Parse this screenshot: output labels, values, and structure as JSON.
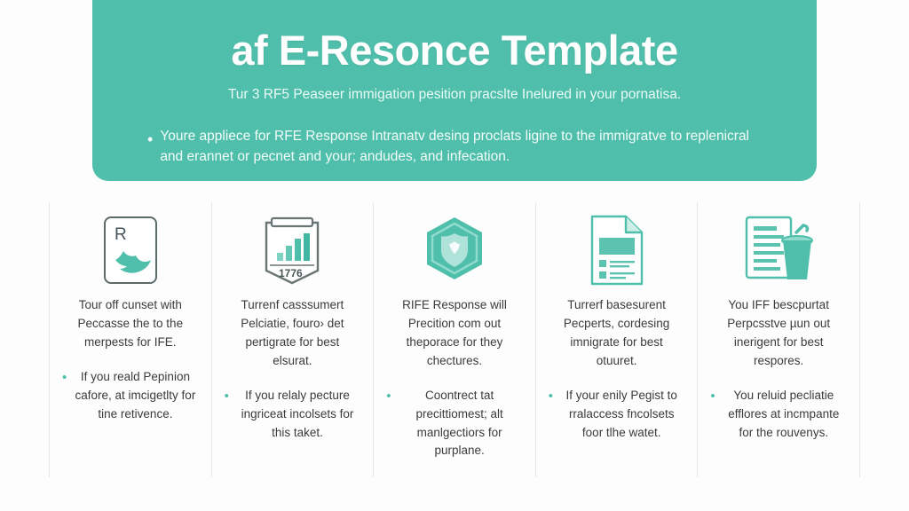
{
  "hero": {
    "title": "af E-Resonce Template",
    "subtitle": "Tur 3 RF5 Peaseer immigation pesition pracslte Inelured in your pornatisa.",
    "bullet_marker": "•",
    "bullet_text": "Youre appliece for RFE Response Intranatv desing proclats ligine to the immigratve to replenicral and erannet or pecnet and your; andudes, and infecation.",
    "background_color": "#4fbfab",
    "title_color": "#ffffff"
  },
  "columns": [
    {
      "icon": "card-bird-icon",
      "icon_letter": "R",
      "paragraph": "Tour off cunset with Peccasse the to the merpests for IFE.",
      "bullet_marker": "•",
      "bullet_text": "If you reald Pepinion cafore, at imcigetlty for tine retivence."
    },
    {
      "icon": "banner-bar-chart-icon",
      "icon_label": "1776",
      "paragraph": "Turrenf casssumert Pelciatie, fouro› det pertigrate for best elsurat.",
      "bullet_marker": "•",
      "bullet_text": "If you relaly pecture ingriceat incolsets for this taket."
    },
    {
      "icon": "hexagon-shield-icon",
      "paragraph": "RIFE Response will Precition com out theporace for they chectures.",
      "bullet_marker": "•",
      "bullet_text": "Coontrect tat precittiomest; alt manlgectiors for purplane."
    },
    {
      "icon": "document-list-icon",
      "paragraph": "Turrerf basesurent Pecperts, cordesing imnigrate for best otuuret.",
      "bullet_marker": "•",
      "bullet_text": "If your enily Pegist to rralaccess fncolsets foor tlhe watet."
    },
    {
      "icon": "document-drink-icon",
      "paragraph": "You IFF bescpurtat Perpcsstve µun out inerigent for best respores.",
      "bullet_marker": "•",
      "bullet_text": "You reluid pecliatie efflores at incmpante for the rouvenys."
    }
  ],
  "colors": {
    "teal": "#4fbfab",
    "teal_dark": "#3ba894",
    "text": "#3b3b3b",
    "divider": "#e6e8e8",
    "page_background": "#fdfdfd"
  }
}
